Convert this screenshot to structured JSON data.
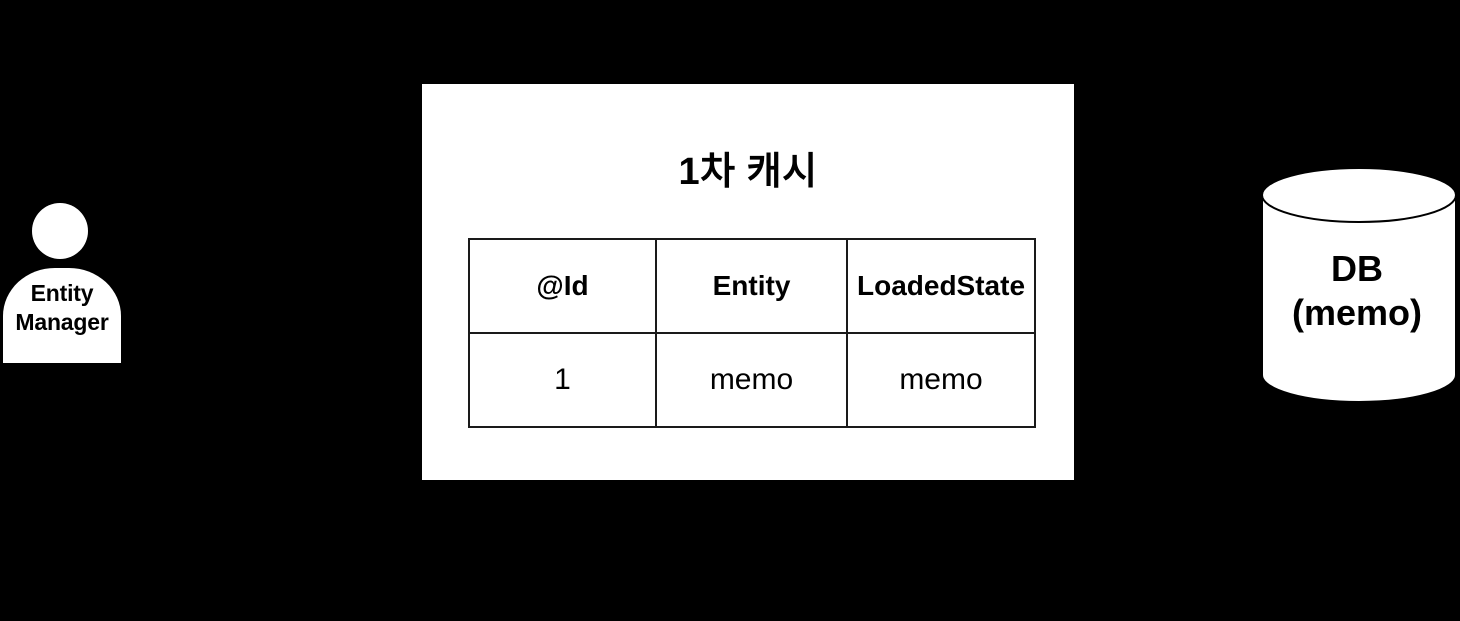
{
  "diagram": {
    "background_color": "#000000",
    "surface_color": "#ffffff",
    "stroke_color": "#000000",
    "actor": {
      "name": "Entity Manager",
      "label_line1": "Entity",
      "label_line2": "Manager"
    },
    "cache_panel": {
      "title": "1차 캐시",
      "table": {
        "headers": [
          "@Id",
          "Entity",
          "LoadedState"
        ],
        "rows": [
          [
            "1",
            "memo",
            "memo"
          ]
        ]
      }
    },
    "database": {
      "label_line1": "DB",
      "label_line2": "(memo)"
    },
    "connectors": [
      {
        "id": "entity-connector",
        "from": "entity-cell",
        "style": "line",
        "arrowhead": false
      },
      {
        "id": "loadedstate-connector",
        "to": "loadedstate-cell",
        "style": "line",
        "arrowhead": true
      }
    ]
  }
}
